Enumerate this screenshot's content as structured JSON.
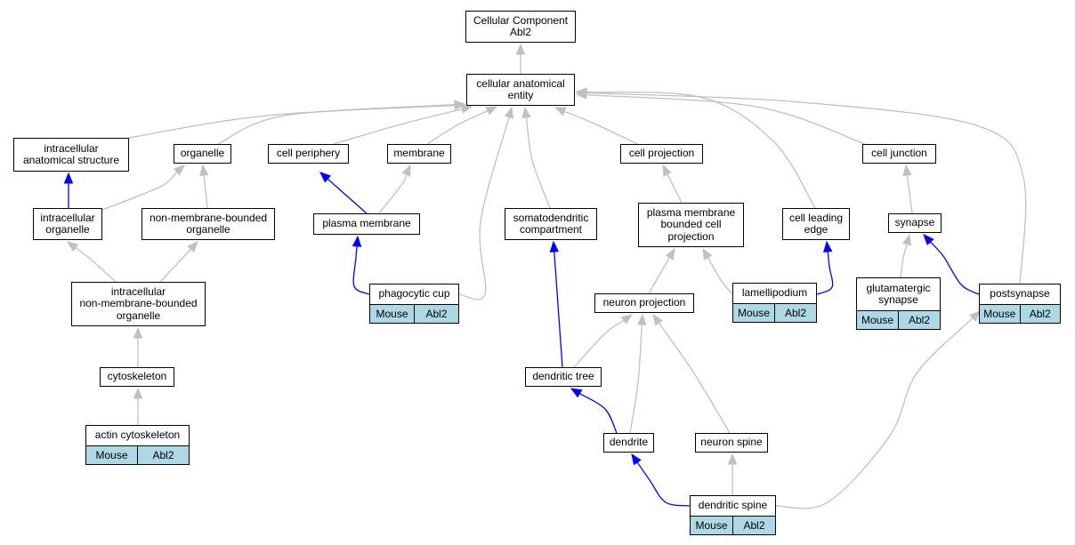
{
  "colors": {
    "is_a_edge": "#c0c0c0",
    "part_of_edge": "#0000ff",
    "annotation_fill": "#add8e6",
    "node_border": "#000000"
  },
  "nodes": {
    "cellular_component": {
      "label": "Cellular Component\nAbl2"
    },
    "cellular_anatomical_entity": {
      "label": "cellular anatomical\nentity"
    },
    "intracellular_anatomical_structure": {
      "label": "intracellular\nanatomical structure"
    },
    "organelle": {
      "label": "organelle"
    },
    "cell_periphery": {
      "label": "cell periphery"
    },
    "membrane": {
      "label": "membrane"
    },
    "cell_projection": {
      "label": "cell projection"
    },
    "cell_junction": {
      "label": "cell junction"
    },
    "intracellular_organelle": {
      "label": "intracellular\norganelle"
    },
    "non_membrane_bounded_organelle": {
      "label": "non-membrane-bounded\norganelle"
    },
    "plasma_membrane": {
      "label": "plasma membrane"
    },
    "somatodendritic_compartment": {
      "label": "somatodendritic\ncompartment"
    },
    "plasma_membrane_bounded_cell_projection": {
      "label": "plasma membrane\nbounded cell\nprojection"
    },
    "cell_leading_edge": {
      "label": "cell leading\nedge"
    },
    "synapse": {
      "label": "synapse"
    },
    "intracellular_nmb_organelle": {
      "label": "intracellular\nnon-membrane-bounded\norganelle"
    },
    "phagocytic_cup": {
      "label": "phagocytic cup",
      "species": "Mouse",
      "gene": "Abl2"
    },
    "neuron_projection": {
      "label": "neuron projection"
    },
    "lamellipodium": {
      "label": "lamellipodium",
      "species": "Mouse",
      "gene": "Abl2"
    },
    "glutamatergic_synapse": {
      "label": "glutamatergic\nsynapse",
      "species": "Mouse",
      "gene": "Abl2"
    },
    "postsynapse": {
      "label": "postsynapse",
      "species": "Mouse",
      "gene": "Abl2"
    },
    "cytoskeleton": {
      "label": "cytoskeleton"
    },
    "dendritic_tree": {
      "label": "dendritic tree"
    },
    "actin_cytoskeleton": {
      "label": "actin cytoskeleton",
      "species": "Mouse",
      "gene": "Abl2"
    },
    "dendrite": {
      "label": "dendrite"
    },
    "neuron_spine": {
      "label": "neuron spine"
    },
    "dendritic_spine": {
      "label": "dendritic spine",
      "species": "Mouse",
      "gene": "Abl2"
    }
  },
  "edges": [
    {
      "from": "cellular_anatomical_entity",
      "to": "cellular_component",
      "type": "is_a"
    },
    {
      "from": "intracellular_anatomical_structure",
      "to": "cellular_anatomical_entity",
      "type": "is_a"
    },
    {
      "from": "organelle",
      "to": "cellular_anatomical_entity",
      "type": "is_a"
    },
    {
      "from": "cell_periphery",
      "to": "cellular_anatomical_entity",
      "type": "is_a"
    },
    {
      "from": "membrane",
      "to": "cellular_anatomical_entity",
      "type": "is_a"
    },
    {
      "from": "cell_projection",
      "to": "cellular_anatomical_entity",
      "type": "is_a"
    },
    {
      "from": "cell_junction",
      "to": "cellular_anatomical_entity",
      "type": "is_a"
    },
    {
      "from": "phagocytic_cup",
      "to": "cellular_anatomical_entity",
      "type": "is_a"
    },
    {
      "from": "somatodendritic_compartment",
      "to": "cellular_anatomical_entity",
      "type": "is_a"
    },
    {
      "from": "cell_leading_edge",
      "to": "cellular_anatomical_entity",
      "type": "is_a"
    },
    {
      "from": "postsynapse",
      "to": "cellular_anatomical_entity",
      "type": "is_a"
    },
    {
      "from": "intracellular_organelle",
      "to": "intracellular_anatomical_structure",
      "type": "part_of"
    },
    {
      "from": "intracellular_organelle",
      "to": "organelle",
      "type": "is_a"
    },
    {
      "from": "non_membrane_bounded_organelle",
      "to": "organelle",
      "type": "is_a"
    },
    {
      "from": "plasma_membrane",
      "to": "cell_periphery",
      "type": "part_of"
    },
    {
      "from": "plasma_membrane",
      "to": "membrane",
      "type": "is_a"
    },
    {
      "from": "plasma_membrane_bounded_cell_projection",
      "to": "cell_projection",
      "type": "is_a"
    },
    {
      "from": "synapse",
      "to": "cell_junction",
      "type": "is_a"
    },
    {
      "from": "intracellular_nmb_organelle",
      "to": "intracellular_organelle",
      "type": "is_a"
    },
    {
      "from": "intracellular_nmb_organelle",
      "to": "non_membrane_bounded_organelle",
      "type": "is_a"
    },
    {
      "from": "phagocytic_cup",
      "to": "plasma_membrane",
      "type": "part_of"
    },
    {
      "from": "neuron_projection",
      "to": "plasma_membrane_bounded_cell_projection",
      "type": "is_a"
    },
    {
      "from": "lamellipodium",
      "to": "plasma_membrane_bounded_cell_projection",
      "type": "is_a"
    },
    {
      "from": "lamellipodium",
      "to": "cell_leading_edge",
      "type": "part_of"
    },
    {
      "from": "glutamatergic_synapse",
      "to": "synapse",
      "type": "is_a"
    },
    {
      "from": "postsynapse",
      "to": "synapse",
      "type": "part_of"
    },
    {
      "from": "cytoskeleton",
      "to": "intracellular_nmb_organelle",
      "type": "is_a"
    },
    {
      "from": "dendritic_tree",
      "to": "somatodendritic_compartment",
      "type": "part_of"
    },
    {
      "from": "dendritic_tree",
      "to": "neuron_projection",
      "type": "is_a"
    },
    {
      "from": "actin_cytoskeleton",
      "to": "cytoskeleton",
      "type": "is_a"
    },
    {
      "from": "dendrite",
      "to": "dendritic_tree",
      "type": "part_of"
    },
    {
      "from": "dendrite",
      "to": "neuron_projection",
      "type": "is_a"
    },
    {
      "from": "neuron_spine",
      "to": "neuron_projection",
      "type": "is_a"
    },
    {
      "from": "dendritic_spine",
      "to": "dendrite",
      "type": "part_of"
    },
    {
      "from": "dendritic_spine",
      "to": "neuron_spine",
      "type": "is_a"
    },
    {
      "from": "dendritic_spine",
      "to": "postsynapse",
      "type": "is_a"
    }
  ]
}
